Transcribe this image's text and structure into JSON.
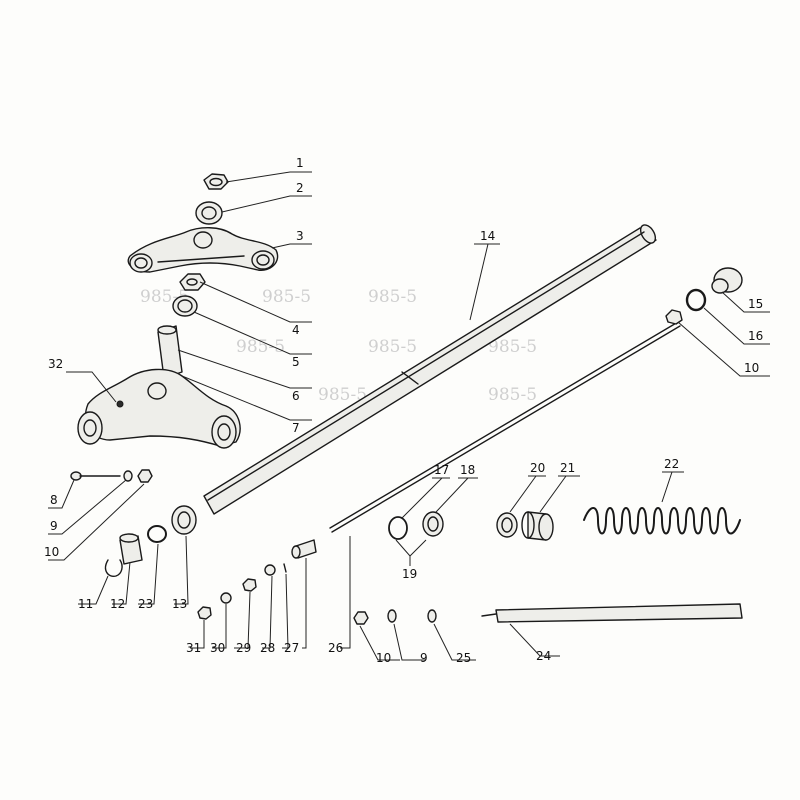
{
  "callouts": [
    {
      "id": "c1",
      "text": "1"
    },
    {
      "id": "c2",
      "text": "2"
    },
    {
      "id": "c3",
      "text": "3"
    },
    {
      "id": "c4",
      "text": "4"
    },
    {
      "id": "c5",
      "text": "5"
    },
    {
      "id": "c6",
      "text": "6"
    },
    {
      "id": "c7",
      "text": "7"
    },
    {
      "id": "c8",
      "text": "8"
    },
    {
      "id": "c9a",
      "text": "9"
    },
    {
      "id": "c10a",
      "text": "10"
    },
    {
      "id": "c11",
      "text": "11"
    },
    {
      "id": "c12",
      "text": "12"
    },
    {
      "id": "c13",
      "text": "13"
    },
    {
      "id": "c14",
      "text": "14"
    },
    {
      "id": "c15",
      "text": "15"
    },
    {
      "id": "c16",
      "text": "16"
    },
    {
      "id": "c10b",
      "text": "10"
    },
    {
      "id": "c17",
      "text": "17"
    },
    {
      "id": "c18",
      "text": "18"
    },
    {
      "id": "c19",
      "text": "19"
    },
    {
      "id": "c20",
      "text": "20"
    },
    {
      "id": "c21",
      "text": "21"
    },
    {
      "id": "c22",
      "text": "22"
    },
    {
      "id": "c23",
      "text": "23"
    },
    {
      "id": "c24",
      "text": "24"
    },
    {
      "id": "c25",
      "text": "25"
    },
    {
      "id": "c9b",
      "text": "9"
    },
    {
      "id": "c10c",
      "text": "10"
    },
    {
      "id": "c26",
      "text": "26"
    },
    {
      "id": "c27",
      "text": "27"
    },
    {
      "id": "c28",
      "text": "28"
    },
    {
      "id": "c29",
      "text": "29"
    },
    {
      "id": "c30",
      "text": "30"
    },
    {
      "id": "c31",
      "text": "31"
    },
    {
      "id": "c32",
      "text": "32"
    }
  ],
  "watermarks": [
    "985-5",
    "985-5",
    "985-5",
    "985-5",
    "985-5",
    "985-5",
    "985-5",
    "985-5"
  ]
}
